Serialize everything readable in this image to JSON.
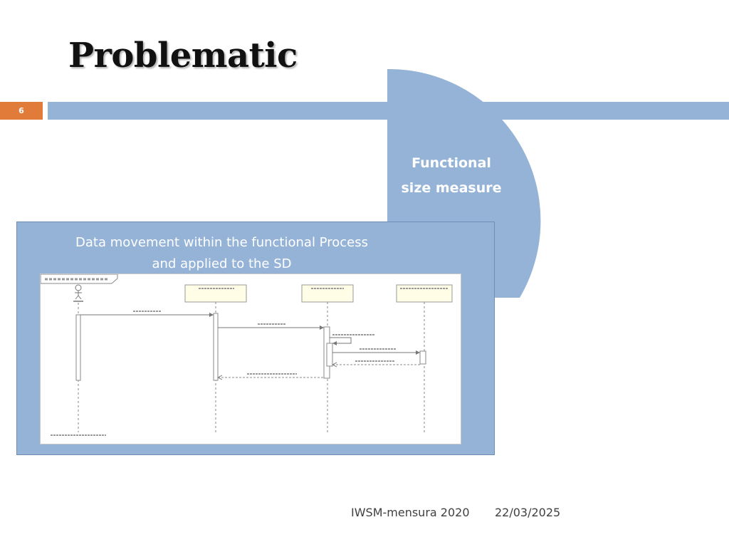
{
  "slide": {
    "title": "Problematic",
    "number": "6"
  },
  "shape": {
    "label_line1": "Functional",
    "label_line2": "size measure"
  },
  "panel": {
    "caption_line1": "Data movement within the functional Process",
    "caption_line2": "and applied to the SD"
  },
  "footer": {
    "event": "IWSM-mensura 2020",
    "date": "22/03/2025"
  },
  "colors": {
    "accent_blue": "#95b3d7",
    "slide_number_orange": "#e07b3a",
    "title_text": "#111111"
  }
}
